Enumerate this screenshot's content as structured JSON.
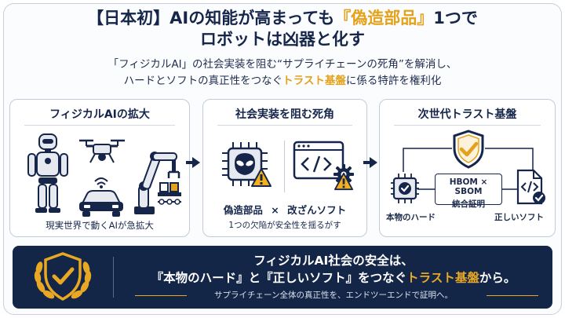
{
  "title": {
    "line1_prefix": "【日本初】AIの知能が高まっても",
    "line1_highlight": "『偽造部品』",
    "line1_suffix": "1つで",
    "line2": "ロボットは凶器と化す"
  },
  "subtitle": {
    "line1": "「フィジカルAI」の社会実装を阻む“サプライチェーンの死角”を解消し、",
    "line2_prefix": "ハードとソフトの真正性をつなぐ",
    "line2_highlight": "トラスト基盤",
    "line2_suffix": "に係る特許を権利化"
  },
  "panels": [
    {
      "title": "フィジカルAIの拡大",
      "caption": "現実世界で動くAIが急拡大"
    },
    {
      "title": "社会実装を阻む死角",
      "label_hw": "偽造部品",
      "label_x": "×",
      "label_sw": "改ざんソフト",
      "caption": "1つの欠陥が安全性を揺るがす"
    },
    {
      "title": "次世代トラスト基盤",
      "center_line1": "HBOM × SBOM",
      "center_line2": "統合証明",
      "label_hw": "本物のハード",
      "label_sw": "正しいソフト"
    }
  ],
  "banner": {
    "line1": "フィジカルAI社会の安全は、",
    "line2_prefix": "『本物のハード』と『正しいソフト』をつなぐ",
    "line2_highlight": "トラスト基盤",
    "line2_suffix": "から。",
    "line3": "サプライチェーン全体の真正性を、エンドツーエンドで証明へ。"
  },
  "colors": {
    "navy": "#142647",
    "gold": "#e3a21a",
    "warning": "#f2b01e",
    "panel_border": "#c3cbd8"
  },
  "icons": [
    "robot-icon",
    "drone-icon",
    "car-icon",
    "robot-arm-icon",
    "chip-alien-icon",
    "code-window-icon",
    "gear-icon",
    "warning-icon",
    "shield-check-icon",
    "chip-check-icon",
    "code-file-check-icon",
    "laurel-shield-icon"
  ]
}
